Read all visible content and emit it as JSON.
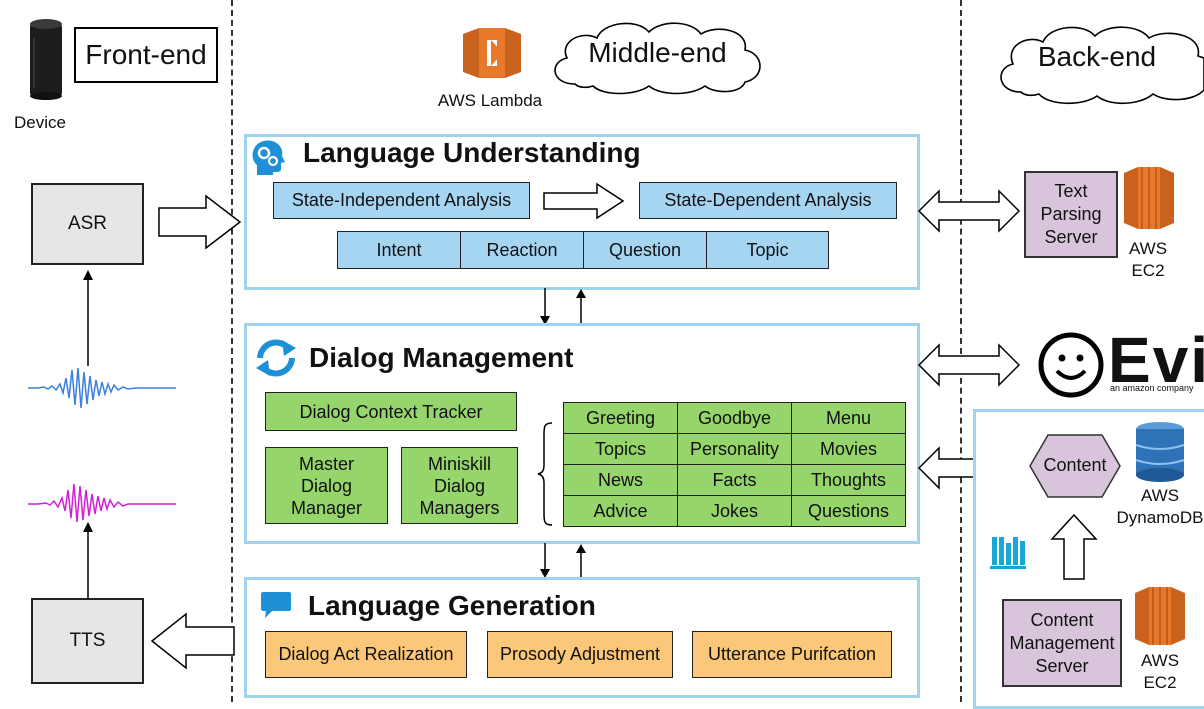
{
  "columns": {
    "front_end": "Front-end",
    "middle_end": "Middle-end",
    "back_end": "Back-end"
  },
  "front": {
    "device_label": "Device",
    "asr": "ASR",
    "tts": "TTS"
  },
  "middle": {
    "lambda_label": "AWS Lambda",
    "lu": {
      "title": "Language Understanding",
      "state_independent": "State-Independent Analysis",
      "state_dependent": "State-Dependent Analysis",
      "cells": [
        "Intent",
        "Reaction",
        "Question",
        "Topic"
      ]
    },
    "dm": {
      "title": "Dialog Management",
      "context_tracker": "Dialog Context Tracker",
      "master": "Master Dialog Manager",
      "miniskill": "Miniskill Dialog Managers",
      "skills": [
        [
          "Greeting",
          "Goodbye",
          "Menu"
        ],
        [
          "Topics",
          "Personality",
          "Movies"
        ],
        [
          "News",
          "Facts",
          "Thoughts"
        ],
        [
          "Advice",
          "Jokes",
          "Questions"
        ]
      ]
    },
    "lg": {
      "title": "Language Generation",
      "items": [
        "Dialog Act Realization",
        "Prosody Adjustment",
        "Utterance Purifcation"
      ]
    }
  },
  "back": {
    "text_parsing": "Text Parsing Server",
    "ec2_top": "AWS EC2",
    "evi_logo": "Evi",
    "evi_tagline": "an amazon company",
    "content": "Content",
    "dynamodb": "AWS DynamoDB",
    "content_mgmt": "Content Management Server",
    "ec2_bottom": "AWS EC2"
  },
  "colors": {
    "panel_border": "#9fd3ee",
    "blue_fill": "#a6d5f2",
    "green_fill": "#95d56b",
    "orange_fill": "#fbc77a",
    "purple_fill": "#d8c4db",
    "gray_fill": "#e6e6e6",
    "aws_orange": "#e8782a",
    "dynamo_blue": "#2e73b8",
    "waveform_blue": "#3b7fe0",
    "waveform_magenta": "#d21fd8"
  }
}
